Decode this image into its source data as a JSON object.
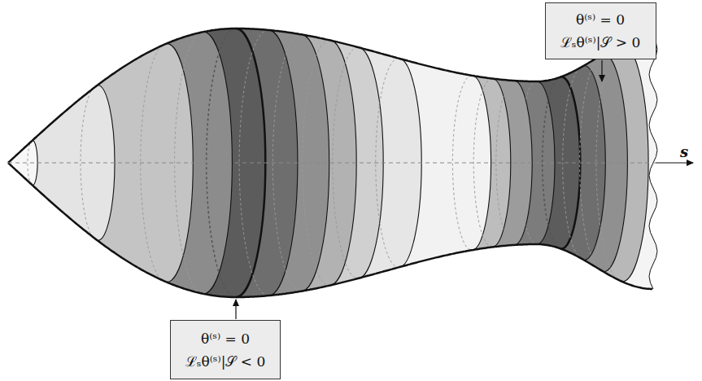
{
  "diagram": {
    "nodes": [
      {
        "text": [
          "θ⁽ˢ⁾ = 0",
          "ℒₛθ⁽ˢ⁾|𝒮 > 0"
        ]
      },
      {
        "text": [
          "θ⁽ˢ⁾ = 0",
          "ℒₛθ⁽ˢ⁾|𝒮 < 0"
        ]
      }
    ],
    "labels": [
      "s"
    ]
  }
}
